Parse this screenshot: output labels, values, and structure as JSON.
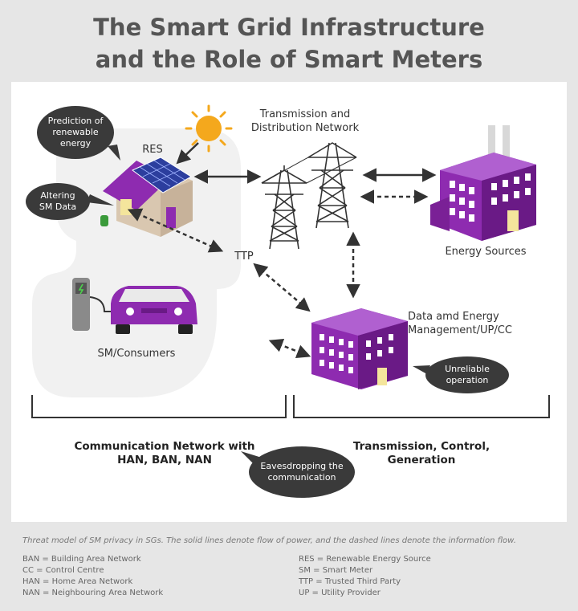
{
  "title": {
    "line1": "The Smart Grid Infrastructure",
    "line2": "and the Role of Smart Meters"
  },
  "labels": {
    "res": "RES",
    "transmission_line1": "Transmission and",
    "transmission_line2": "Distribution Network",
    "energy_sources": "Energy Sources",
    "ttp": "TTP",
    "data_mgmt_line1": "Data amd Energy",
    "data_mgmt_line2": "Management/UP/CC",
    "sm_consumers": "SM/Consumers",
    "comm_line1": "Communication Network with",
    "comm_line2": "HAN, BAN, NAN",
    "tcg_line1": "Transmission, Control,",
    "tcg_line2": "Generation"
  },
  "bubbles": {
    "prediction_line1": "Prediction of",
    "prediction_line2": "renewable",
    "prediction_line3": "energy",
    "altering_line1": "Altering",
    "altering_line2": "SM Data",
    "unreliable_line1": "Unreliable",
    "unreliable_line2": "operation",
    "eaves_line1": "Eavesdropping the",
    "eaves_line2": "communication"
  },
  "caption": "Threat model of SM privacy in SGs. The solid lines denote flow of power, and the dashed lines denote the information flow.",
  "legend_left": [
    "BAN = Building Area Network",
    "CC = Control Centre",
    "HAN = Home Area Network",
    "NAN = Neighbouring Area Network"
  ],
  "legend_right": [
    "RES = Renewable Energy Source",
    "SM = Smart Meter",
    "TTP = Trusted Third Party",
    "UP = Utility Provider"
  ],
  "colors": {
    "purple": "#8e2bb0",
    "purple_dark": "#6a1a86",
    "purple_light": "#b060d0",
    "bubble": "#3a3a3a",
    "sun": "#f4a81d",
    "background": "#e6e6e6"
  },
  "icons": [
    "sun-icon",
    "house-icon",
    "solar-panel-icon",
    "pylon-icon",
    "factory-icon",
    "office-building-icon",
    "car-icon",
    "ev-charger-icon",
    "smart-meter-icon"
  ]
}
